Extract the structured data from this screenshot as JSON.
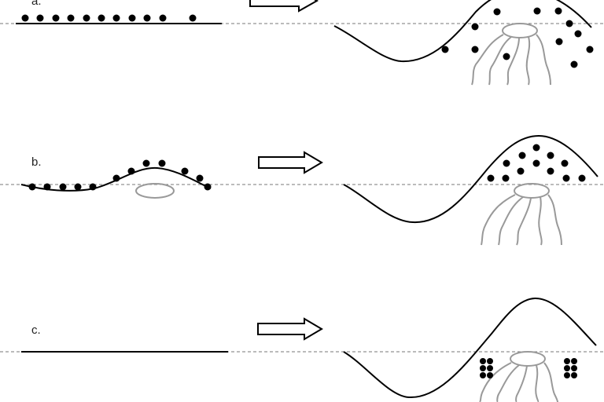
{
  "panels": [
    {
      "id": "a",
      "label": "a."
    },
    {
      "id": "b",
      "label": "b."
    },
    {
      "id": "c",
      "label": "c."
    }
  ],
  "colors": {
    "line": "#000000",
    "dots": "#000000",
    "baseline_dashed": "#777777",
    "root_structure": "#999999",
    "background": "#ffffff"
  }
}
